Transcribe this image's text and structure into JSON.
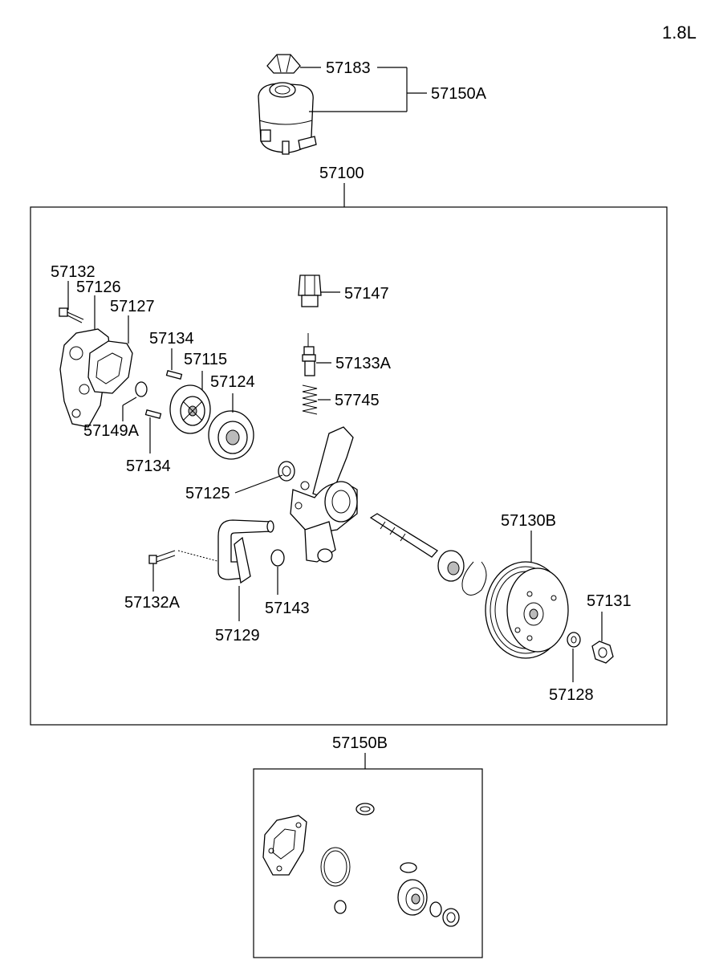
{
  "engine_label": "1.8L",
  "labels": {
    "p57183": "57183",
    "p57150A": "57150A",
    "p57100": "57100",
    "p57132": "57132",
    "p57126": "57126",
    "p57127": "57127",
    "p57134a": "57134",
    "p57115": "57115",
    "p57124": "57124",
    "p57149A": "57149A",
    "p57134b": "57134",
    "p57147": "57147",
    "p57133A": "57133A",
    "p57745": "57745",
    "p57125": "57125",
    "p57130B": "57130B",
    "p57131": "57131",
    "p57132A": "57132A",
    "p57143": "57143",
    "p57129": "57129",
    "p57128": "57128",
    "p57150B": "57150B"
  }
}
